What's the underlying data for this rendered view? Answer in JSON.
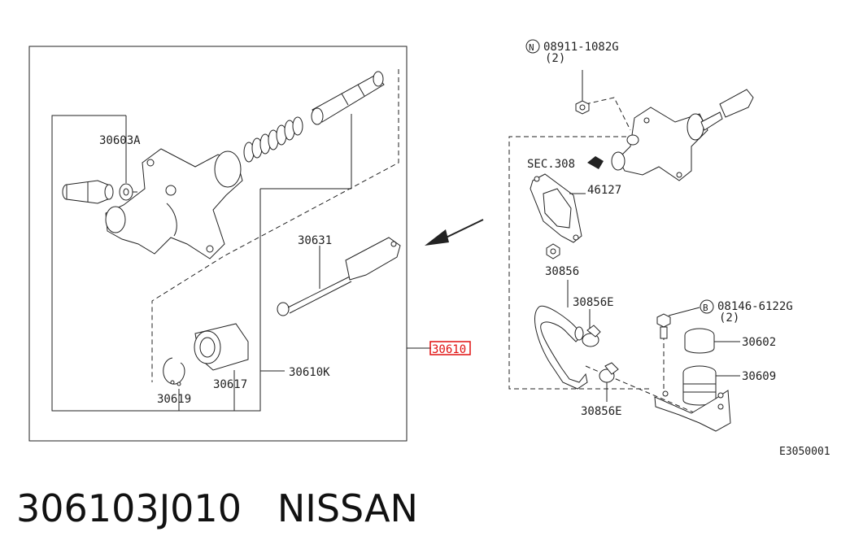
{
  "labels": {
    "p30603A": "30603A",
    "p30631": "30631",
    "p30610K": "30610K",
    "p30617": "30617",
    "p30619": "30619",
    "p30610": "30610",
    "nut_part": "08911-1082G",
    "nut_qty": "(2)",
    "nut_mark": "N",
    "sec": "SEC.308",
    "p46127": "46127",
    "p30856": "30856",
    "p30856E_a": "30856E",
    "p30856E_b": "30856E",
    "bolt_part": "08146-6122G",
    "bolt_qty": "(2)",
    "bolt_mark": "B",
    "p30602": "30602",
    "p30609": "30609",
    "ref": "E3050001"
  },
  "footer": {
    "part_number": "306103J010",
    "brand": "NISSAN"
  },
  "colors": {
    "highlight": "#e01010",
    "ink": "#222222"
  }
}
